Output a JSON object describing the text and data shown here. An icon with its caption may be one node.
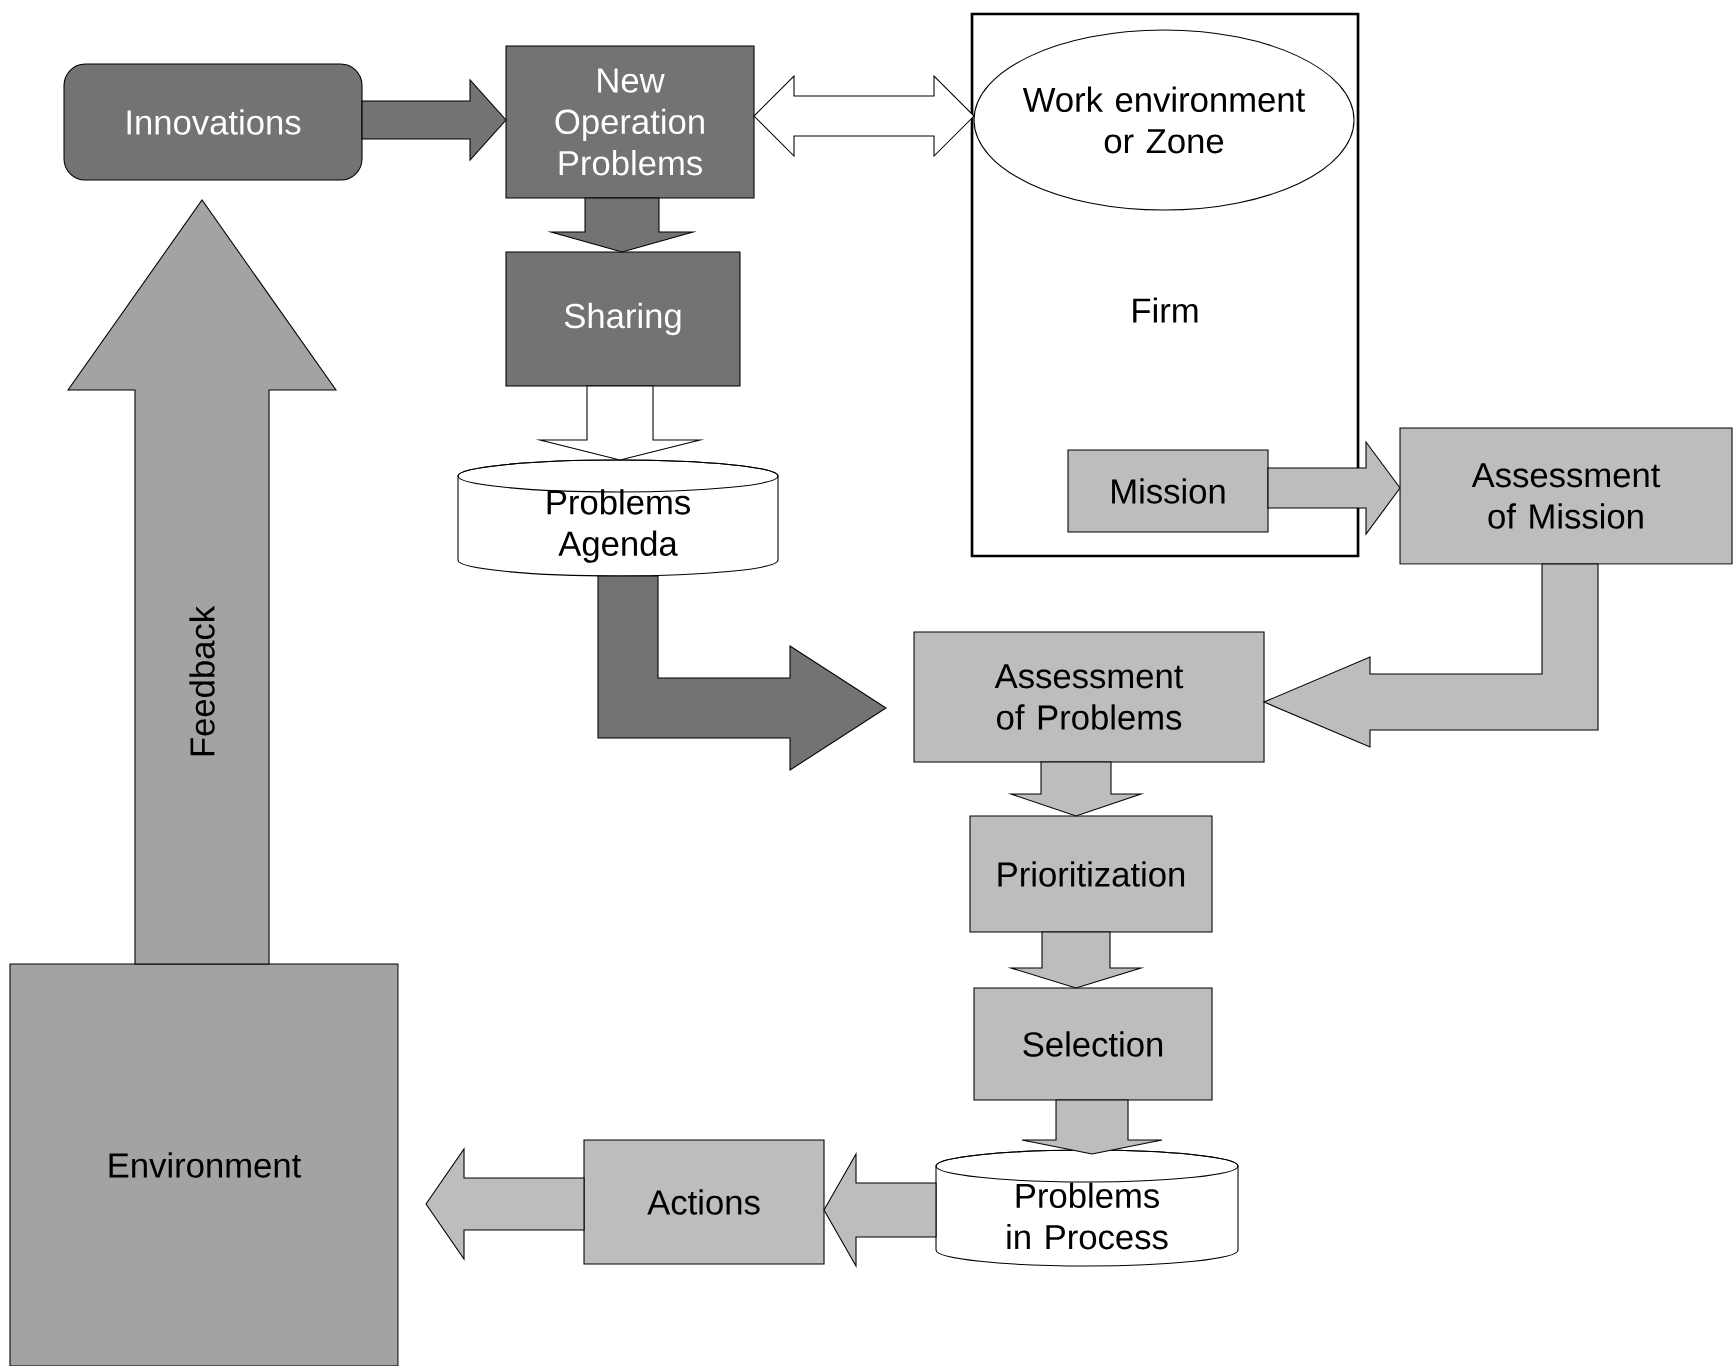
{
  "diagram": {
    "nodes": [
      {
        "text": [
          "Innovations"
        ]
      },
      {
        "text": [
          "New Operation Problems"
        ]
      },
      {
        "text": [
          "Firm"
        ]
      },
      {
        "text": [
          "Work environment or Zone"
        ],
        "in": 2
      },
      {
        "text": [
          "Mission"
        ],
        "in": 2
      },
      {
        "text": [
          "Assessment of Mission"
        ]
      },
      {
        "text": [
          "Sharing"
        ]
      },
      {
        "text": [
          "Problems Agenda"
        ]
      },
      {
        "text": [
          "Assessment of Problems"
        ]
      },
      {
        "text": [
          "Prioritization"
        ]
      },
      {
        "text": [
          "Selection"
        ]
      },
      {
        "text": [
          "Problems in Process"
        ]
      },
      {
        "text": [
          "Actions"
        ]
      },
      {
        "text": [
          "Environment"
        ]
      }
    ],
    "edges": [
      {
        "from": 0,
        "to": 1,
        "arrow": "to",
        "color": "#737373"
      },
      {
        "from": 1,
        "to": 3,
        "arrow": "both",
        "color": "#ffffff"
      },
      {
        "from": 1,
        "to": 6,
        "arrow": "to",
        "color": "#737373"
      },
      {
        "from": 6,
        "to": 7,
        "arrow": "to",
        "color": "#ffffff"
      },
      {
        "from": 7,
        "to": 8,
        "arrow": "to",
        "color": "#737373"
      },
      {
        "from": 4,
        "to": 5,
        "arrow": "to"
      },
      {
        "from": 5,
        "to": 8,
        "arrow": "to"
      },
      {
        "from": 8,
        "to": 9,
        "arrow": "to"
      },
      {
        "from": 9,
        "to": 10,
        "arrow": "to"
      },
      {
        "from": 10,
        "to": 11,
        "arrow": "to"
      },
      {
        "from": 11,
        "to": 12,
        "arrow": "to"
      },
      {
        "from": 12,
        "to": 13,
        "arrow": "to"
      },
      {
        "from": 13,
        "to": 0,
        "arrow": "to",
        "label": "Feedback",
        "color": "#a3a3a3"
      }
    ]
  }
}
